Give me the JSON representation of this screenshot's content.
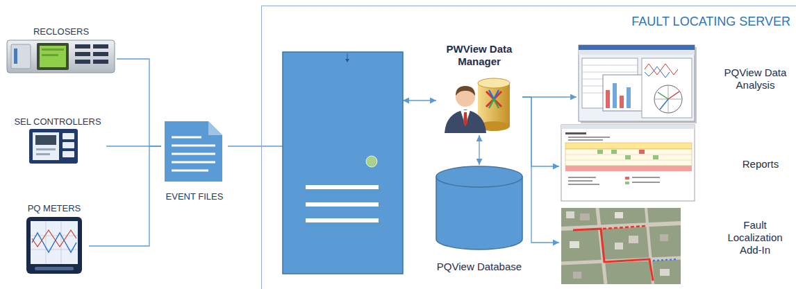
{
  "diagram": {
    "nodes": [
      {
        "text": [
          "RECLOSERS"
        ]
      },
      {
        "text": [
          "SEL CONTROLLERS"
        ]
      },
      {
        "text": [
          "PQ METERS"
        ]
      },
      {
        "text": [
          "EVENT FILES"
        ]
      },
      {
        "text": [
          "FAULT LOCATING SERVER"
        ]
      },
      {
        "text": [],
        "in": 4
      },
      {
        "text": [
          "PWView Data Manager"
        ],
        "in": 4
      },
      {
        "text": [
          "PQView Database"
        ],
        "in": 4
      },
      {
        "text": [
          "PQView Data Analysis"
        ],
        "in": 4
      },
      {
        "text": [
          "Reports"
        ],
        "in": 4
      },
      {
        "text": [
          "Fault Localization Add-In"
        ],
        "in": 4
      }
    ],
    "edges": [
      {
        "from": 0,
        "to": 3,
        "arrow": "none"
      },
      {
        "from": 1,
        "to": 3,
        "arrow": "none"
      },
      {
        "from": 2,
        "to": 3,
        "arrow": "none"
      },
      {
        "from": 3,
        "to": 5,
        "arrow": "none"
      },
      {
        "from": 5,
        "to": 6,
        "arrow": "both"
      },
      {
        "from": 6,
        "to": 7,
        "arrow": "both"
      },
      {
        "from": 6,
        "to": 8,
        "arrow": "to"
      },
      {
        "from": 6,
        "to": 9,
        "arrow": "to"
      },
      {
        "from": 6,
        "to": 10,
        "arrow": "to"
      }
    ]
  }
}
